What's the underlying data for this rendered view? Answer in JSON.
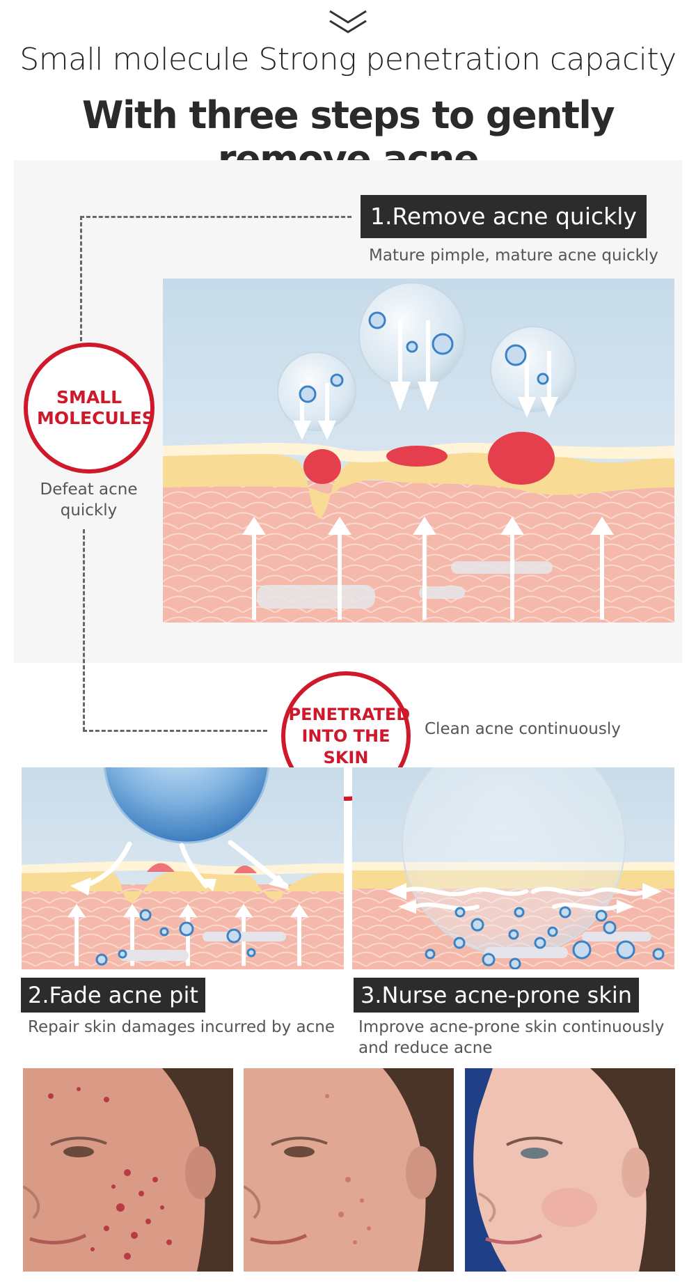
{
  "header": {
    "subtitle": "Small molecule Strong penetration capacity",
    "title": "With three steps to gently remove acne",
    "icon": "double-chevron-down-icon"
  },
  "badges": {
    "small_molecules": "SMALL MOLECULES",
    "small_molecules_caption": "Defeat acne quickly",
    "penetrated": "PENETRATED INTO THE SKIN",
    "penetrated_caption": "Clean acne continuously"
  },
  "steps": [
    {
      "label": "1.Remove acne quickly",
      "desc": "Mature pimple, mature acne quickly"
    },
    {
      "label": "2.Fade acne pit",
      "desc": "Repair skin damages incurred by acne"
    },
    {
      "label": "3.Nurse acne-prone skin",
      "desc": "Improve acne-prone skin continuously and reduce acne"
    }
  ],
  "colors": {
    "accent_red": "#d0182b",
    "label_bg": "#2c2c2c",
    "skin": "#f3b7a8",
    "sky": "#cfe0ec",
    "sebum": "#f8dc95"
  }
}
